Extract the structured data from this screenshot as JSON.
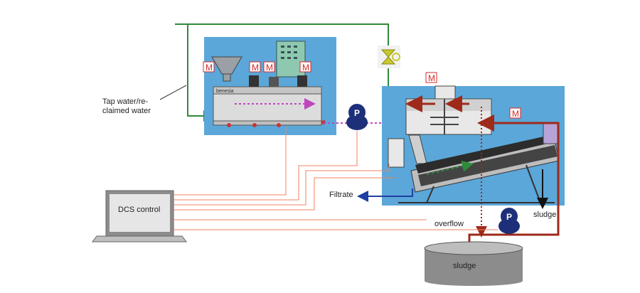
{
  "labels": {
    "tap_water": "Tap water/re-\nclaimed water",
    "dcs_control": "DCS control",
    "filtrate": "Filtrate",
    "overflow": "overflow",
    "sludge_out": "sludge",
    "sludge_tank": "sludge",
    "motor": "M",
    "pump": "P",
    "brand_plate": "benesia"
  },
  "colors": {
    "panel_blue": "#5ba7d9",
    "pipe_green": "#2e8b3a",
    "pipe_sludge": "#9e2a1a",
    "signal_line": "#f08060",
    "pump_blue": "#1e2f7a",
    "filtrate_arrow": "#1f3fa0",
    "dotted_magenta": "#c044c0",
    "valve_yellow": "#c8c830",
    "tank_gray": "#8c8c8c"
  },
  "icons": {
    "dcs": "laptop-icon",
    "pump": "pump-icon",
    "valve": "valve-icon",
    "motor": "motor-icon"
  }
}
